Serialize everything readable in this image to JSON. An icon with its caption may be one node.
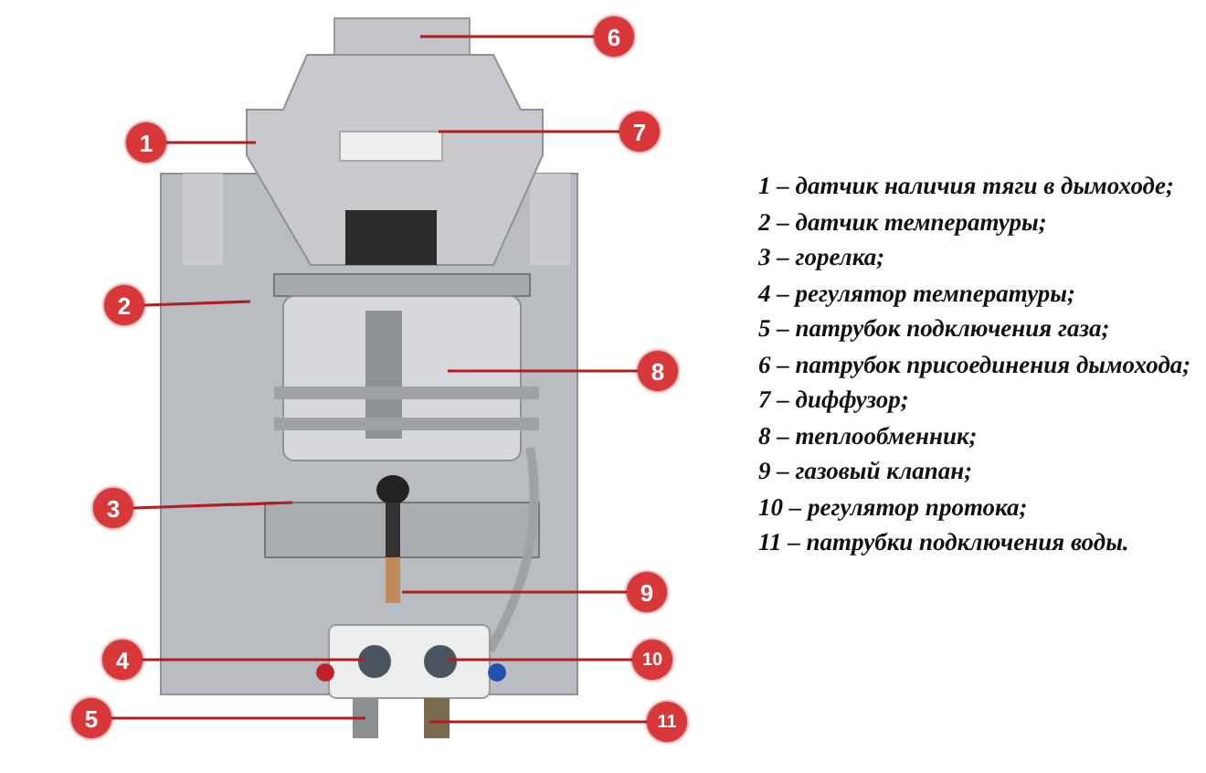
{
  "diagram": {
    "nodes": [
      {
        "text": [
          "1"
        ]
      },
      {
        "text": [
          "2"
        ]
      },
      {
        "text": [
          "3"
        ]
      },
      {
        "text": [
          "4"
        ]
      },
      {
        "text": [
          "5"
        ]
      },
      {
        "text": [
          "6"
        ]
      },
      {
        "text": [
          "7"
        ]
      },
      {
        "text": [
          "8"
        ]
      },
      {
        "text": [
          "9"
        ]
      },
      {
        "text": [
          "10"
        ]
      },
      {
        "text": [
          "11"
        ]
      }
    ],
    "edges": [
      {
        "from": 0,
        "to": null,
        "arrow": "none"
      },
      {
        "from": 1,
        "to": null,
        "arrow": "none"
      },
      {
        "from": 2,
        "to": null,
        "arrow": "none"
      },
      {
        "from": 3,
        "to": null,
        "arrow": "none"
      },
      {
        "from": 4,
        "to": null,
        "arrow": "none"
      },
      {
        "from": 5,
        "to": null,
        "arrow": "none"
      },
      {
        "from": 6,
        "to": null,
        "arrow": "none"
      },
      {
        "from": 7,
        "to": null,
        "arrow": "none"
      },
      {
        "from": 8,
        "to": null,
        "arrow": "none"
      },
      {
        "from": 9,
        "to": null,
        "arrow": "none"
      },
      {
        "from": 10,
        "to": null,
        "arrow": "none"
      }
    ],
    "labels": [
      "1 – датчик наличия тяги в дымоходе;",
      "2 – датчик температуры;",
      "3 – горелка;",
      "4 – регулятор температуры;",
      "5 – патрубок подключения газа;",
      "6 – патрубок присоединения дымохода;",
      "7 – диффузор;",
      "8 – теплообменник;",
      "9 – газовый клапан;",
      "10 – регулятор протока;",
      "11 – патрубки подключения воды."
    ]
  }
}
